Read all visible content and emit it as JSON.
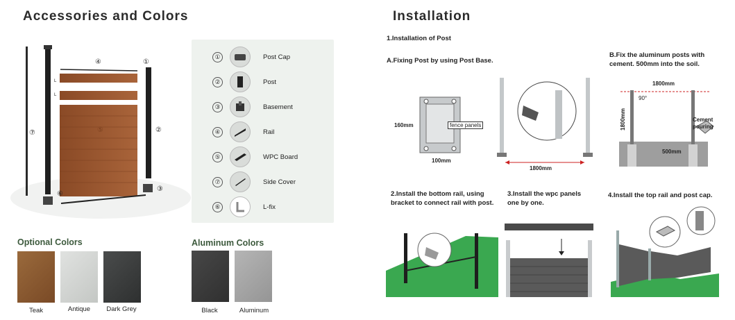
{
  "accessories": {
    "title": "Accessories and Colors",
    "items": [
      {
        "num": "①",
        "label": "Post Cap"
      },
      {
        "num": "②",
        "label": "Post"
      },
      {
        "num": "③",
        "label": "Basement"
      },
      {
        "num": "④",
        "label": "Rail"
      },
      {
        "num": "⑤",
        "label": "WPC Board"
      },
      {
        "num": "⑦",
        "label": "Side  Cover"
      },
      {
        "num": "⑥",
        "label": "L-fix"
      }
    ],
    "diagram_callouts": {
      "c1": "①",
      "c2": "②",
      "c3": "③",
      "c4": "④",
      "c5": "⑤",
      "c6": "⑥",
      "c7": "⑦",
      "l1": "L",
      "l2": "L"
    }
  },
  "optional_colors": {
    "title": "Optional Colors",
    "swatches": [
      {
        "label": "Teak",
        "color": "#8a5a32"
      },
      {
        "label": "Antique",
        "color": "#cfd2cf"
      },
      {
        "label": "Dark Grey",
        "color": "#3a3c3c"
      }
    ]
  },
  "aluminum_colors": {
    "title": "Aluminum  Colors",
    "swatches": [
      {
        "label": "Black",
        "color": "#3b3b3b"
      },
      {
        "label": "Aluminum",
        "color": "#a5a5a5"
      }
    ]
  },
  "installation": {
    "title": "Installation",
    "section1": "1.Installation of Post",
    "stepA": "A.Fixing Post by using Post Base.",
    "stepB": "B.Fix the aluminum posts with cement. 500mm into the soil.",
    "dim_160": "160mm",
    "dim_100": "100mm",
    "fence_panels": "fence panels",
    "dim_1800a": "1800mm",
    "dim_1800b": "1800mm",
    "dim_1800c": "1800mm",
    "angle": "90°",
    "dim_500": "500mm",
    "cement": "Cement pouring",
    "step2": "2.Install the bottom rail, using bracket to connect rail with post.",
    "step3": "3.Install the wpc panels one by one.",
    "step4": "4.Install the top rail and post cap."
  }
}
